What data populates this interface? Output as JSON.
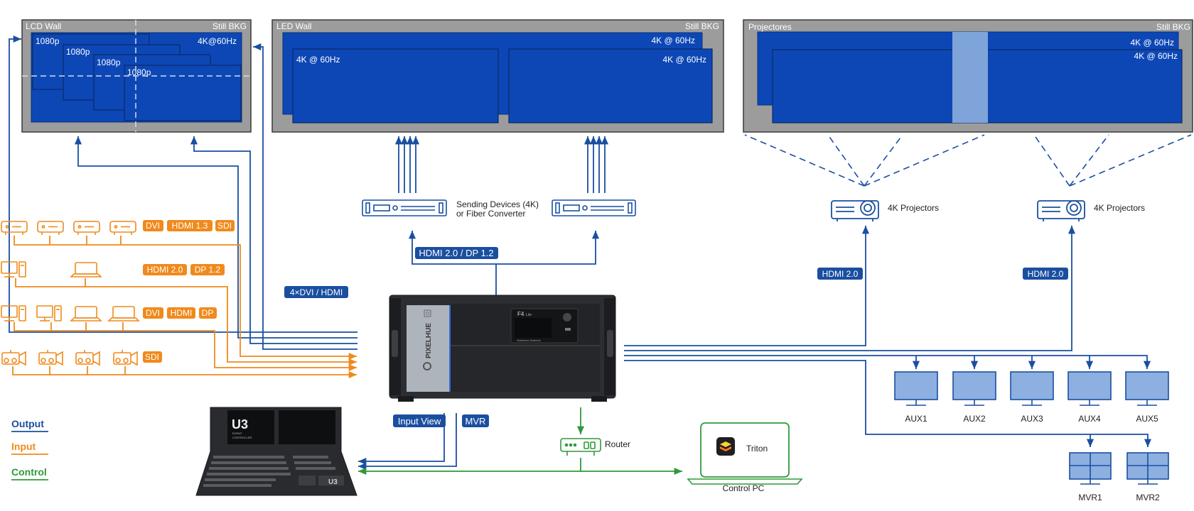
{
  "walls": {
    "lcd": {
      "title": "LCD Wall",
      "bkg": "Still BKG",
      "big_label": "4K@60Hz",
      "layers": [
        "1080p",
        "1080p",
        "1080p",
        "1080p"
      ]
    },
    "led": {
      "title": "LED Wall",
      "bkg": "Still BKG",
      "top_label": "4K @ 60Hz",
      "left_label": "4K @ 60Hz",
      "right_label": "4K @ 60Hz"
    },
    "proj": {
      "title": "Projectores",
      "bkg": "Still BKG",
      "label1": "4K @ 60Hz",
      "label2": "4K @ 60Hz"
    }
  },
  "sending": {
    "label_line1": "Sending Devices (4K)",
    "label_line2": "or Fiber Converter"
  },
  "projectors": {
    "label_left": "4K Projectors",
    "label_right": "4K Projectors",
    "badge_left": "HDMI 2.0",
    "badge_right": "HDMI 2.0"
  },
  "badges": {
    "hdmi_dp": "HDMI 2.0 / DP 1.2",
    "dvi_hdmi": "4×DVI / HDMI",
    "input_view": "Input View",
    "mvr": "MVR"
  },
  "inputs": {
    "row1": [
      "DVI",
      "HDMI 1.3",
      "SDI"
    ],
    "row2": [
      "HDMI 2.0",
      "DP 1.2"
    ],
    "row3": [
      "DVI",
      "HDMI",
      "DP"
    ],
    "row4": [
      "SDI"
    ]
  },
  "device": {
    "brand": "PIXELHUE",
    "model": "F4",
    "model_sub": "Lite",
    "subtitle": "Seamless Switcher"
  },
  "controller": {
    "logo": "U3",
    "logo_sub1": "EVENT",
    "logo_sub2": "CONTROLLER",
    "side_logo": "U3"
  },
  "router": {
    "label": "Router"
  },
  "control_pc": {
    "app": "Triton",
    "label": "Control PC"
  },
  "aux": [
    "AUX1",
    "AUX2",
    "AUX3",
    "AUX4",
    "AUX5"
  ],
  "mvr": [
    "MVR1",
    "MVR2"
  ],
  "legend": {
    "output": "Output",
    "input": "Input",
    "control": "Control"
  },
  "colors": {
    "output": "#1a4fa0",
    "input": "#f08a1c",
    "control": "#2e9a3a",
    "screen": "#0d47b5",
    "frame": "#9c9c9c"
  }
}
